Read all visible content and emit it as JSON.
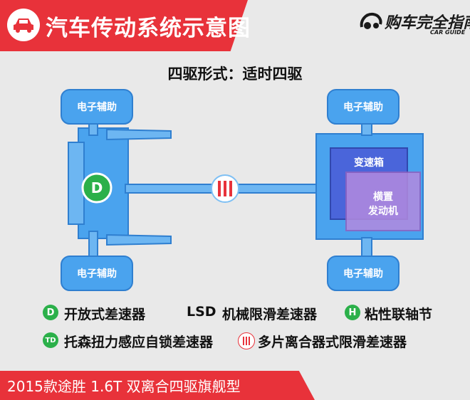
{
  "header": {
    "title": "汽车传动系统示意图",
    "logo_main": "购车完全指南",
    "logo_sub": "CAR GUIDE"
  },
  "diagram": {
    "subtitle": "四驱形式：适时四驱",
    "wheel_label": "电子辅助",
    "front_diff_letter": "D",
    "gearbox_label": "变速箱",
    "engine_label_line1": "横置",
    "engine_label_line2": "发动机",
    "colors": {
      "chassis": "#4aa3ee",
      "chassis_dark": "#2f7fd0",
      "diff_green": "#2bb04a",
      "coupling_red": "#e8323a",
      "gearbox": "#4a5fd8",
      "engine": "#b38adf"
    }
  },
  "legend": {
    "items": [
      {
        "icon": "D",
        "label": "开放式差速器"
      },
      {
        "icon": "LSD",
        "label": "机械限滑差速器"
      },
      {
        "icon": "H",
        "label": "粘性联轴节"
      },
      {
        "icon": "TD",
        "label": "托森扭力感应自锁差速器"
      },
      {
        "icon": "multi-plate-icon",
        "label": "多片离合器式限滑差速器"
      }
    ]
  },
  "footer": {
    "model": "2015款途胜 1.6T 双离合四驱旗舰型"
  }
}
